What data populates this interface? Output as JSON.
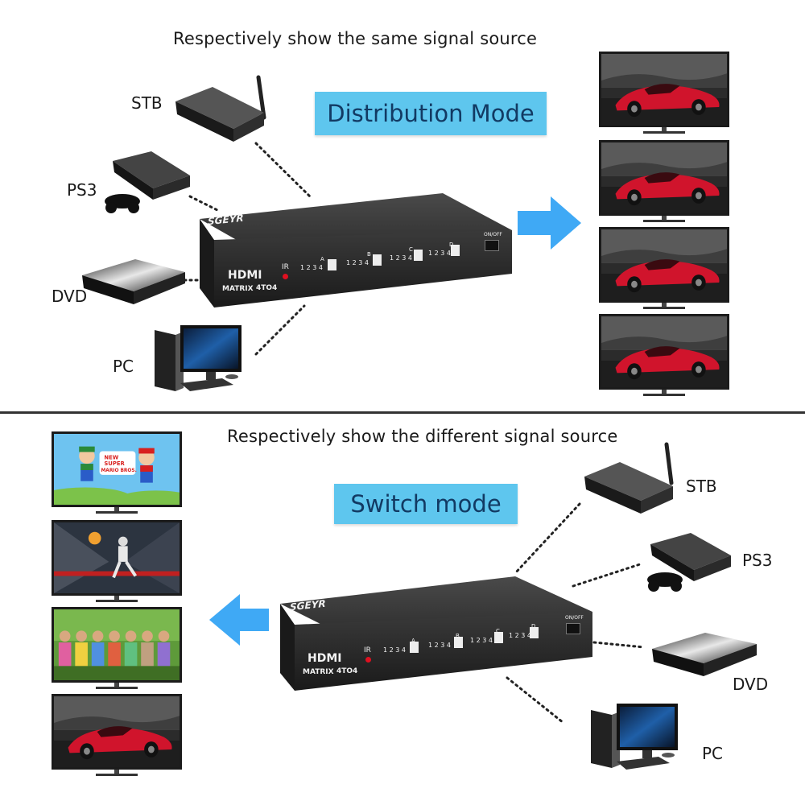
{
  "distribution": {
    "heading": "Respectively show the same signal source",
    "badge": "Distribution Mode",
    "sources": [
      {
        "id": "stb",
        "label": "STB"
      },
      {
        "id": "ps3",
        "label": "PS3"
      },
      {
        "id": "dvd",
        "label": "DVD"
      },
      {
        "id": "pc",
        "label": "PC"
      }
    ],
    "screens": [
      "red-sports-car",
      "red-sports-car",
      "red-sports-car",
      "red-sports-car"
    ]
  },
  "switch": {
    "heading": "Respectively show the different signal source",
    "badge": "Switch mode",
    "sources": [
      {
        "id": "stb",
        "label": "STB"
      },
      {
        "id": "ps3",
        "label": "PS3"
      },
      {
        "id": "dvd",
        "label": "DVD"
      },
      {
        "id": "pc",
        "label": "PC"
      }
    ],
    "screens": [
      "super-mario-bros",
      "robot-soccer",
      "friends-outdoors",
      "red-sports-car"
    ],
    "mario_logo": {
      "line1": "NEW",
      "line2": "SUPER",
      "line3": "MARIO BROS."
    }
  },
  "device": {
    "brand": "SGEYR",
    "hdmi": "HDMI",
    "matrix": "MATRIX",
    "model": "4TO4",
    "ir": "IR",
    "power": "ON/OFF",
    "groups": [
      {
        "key": "A",
        "nums": "1 2 3 4"
      },
      {
        "key": "B",
        "nums": "1 2 3 4"
      },
      {
        "key": "C",
        "nums": "1 2 3 4"
      },
      {
        "key": "D",
        "nums": "1 2 3 4"
      }
    ]
  },
  "colors": {
    "badge": "#5ec6ee",
    "arrow": "#3fa9f5",
    "car": "#d0142c",
    "device": "#2a2a2a"
  }
}
